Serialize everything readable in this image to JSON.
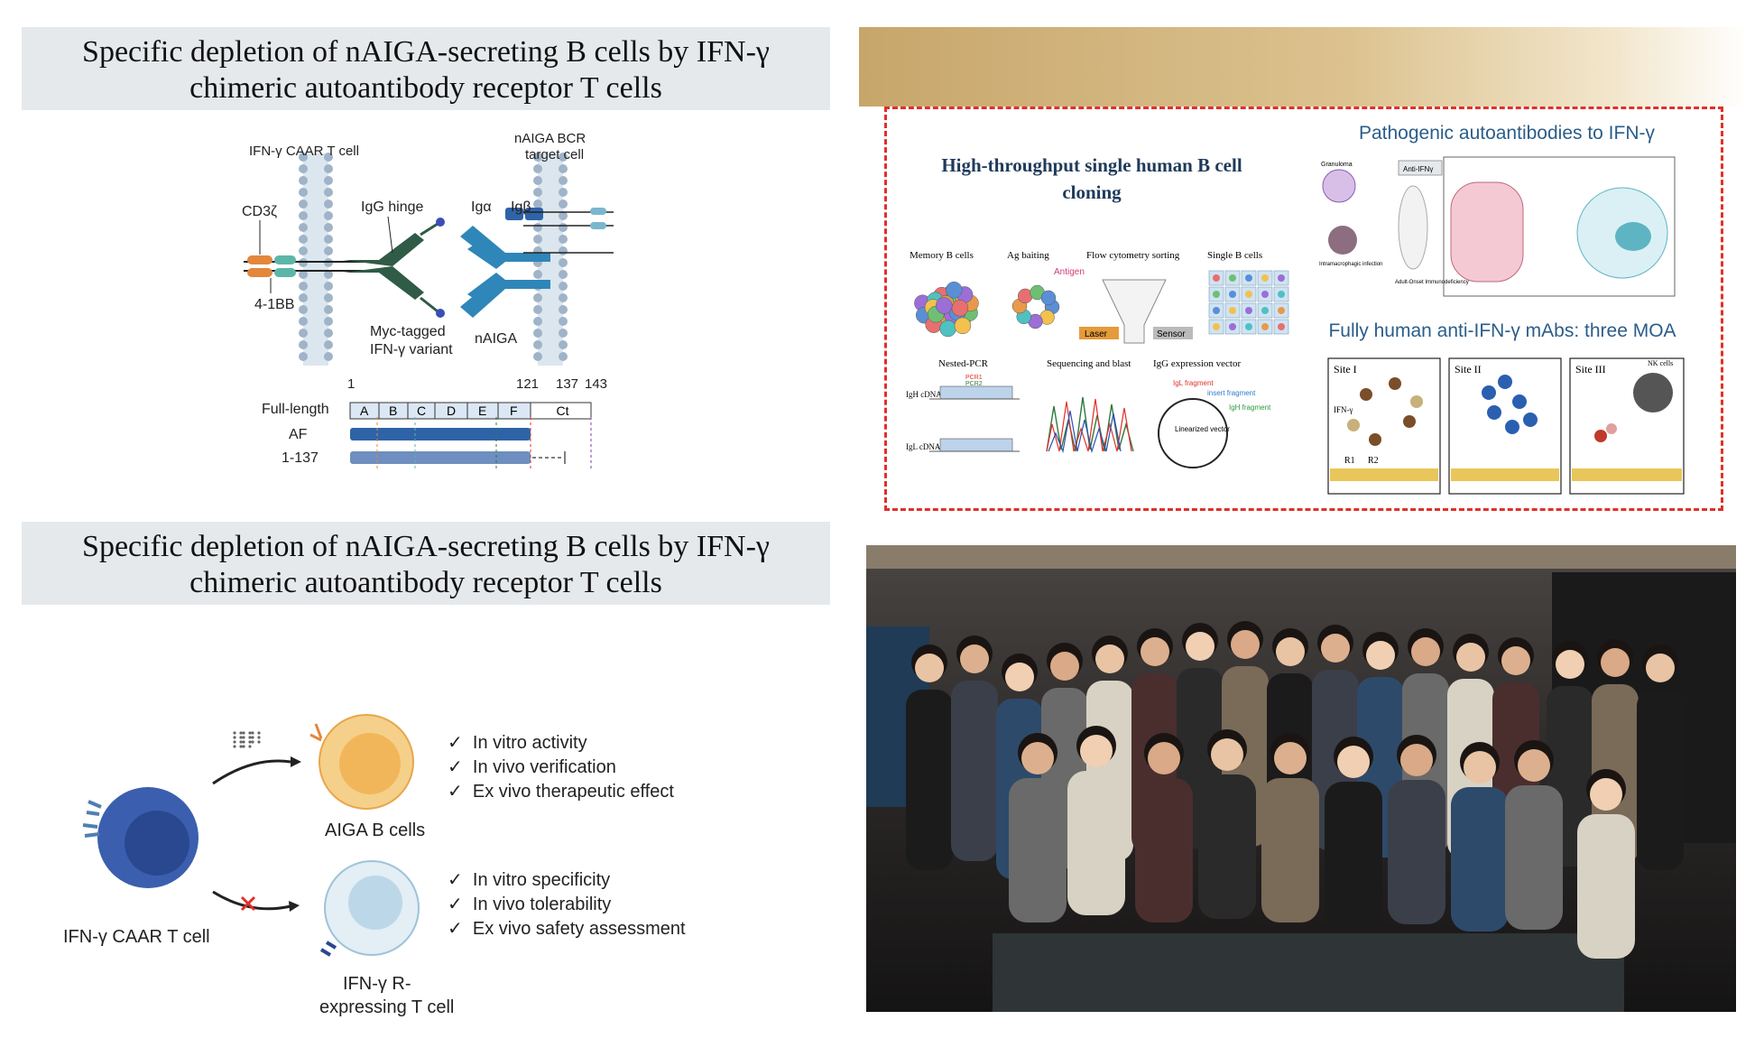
{
  "top_left": {
    "title_line1": "Specific depletion of nAIGA-secreting B cells by IFN-γ",
    "title_line2": "chimeric autoantibody receptor T cells",
    "diagram": {
      "caar_label": "IFN-γ CAAR T cell",
      "target_label_1": "nAIGA BCR",
      "target_label_2": "target cell",
      "cd3z": "CD3ζ",
      "bb": "4-1BB",
      "hinge": "IgG hinge",
      "iga": "Igα",
      "igb": "Igβ",
      "myc_1": "Myc-tagged",
      "myc_2": "IFN-γ variant",
      "naiga": "nAIGA",
      "full_length": "Full-length",
      "af": "AF",
      "trunc": "1-137",
      "pos_1": "1",
      "pos_121": "121",
      "pos_137": "137",
      "pos_143": "143",
      "segments": [
        "A",
        "B",
        "C",
        "D",
        "E",
        "F",
        "Ct"
      ]
    }
  },
  "top_right": {
    "left_title": "High-throughput single human B cell cloning",
    "left_panels": [
      "Memory B cells",
      "Ag baiting",
      "Flow cytometry sorting",
      "Single B cells",
      "Nested-PCR",
      "Sequencing and blast",
      "IgG expression vector"
    ],
    "antigen": "Antigen",
    "laser": "Laser",
    "sensor": "Sensor",
    "igl_fragment": "IgL fragment",
    "insert_fragment": "insert fragment",
    "igh_fragment": "IgH fragment",
    "linearized": "Linearized vector",
    "igh_cdna": "IgH cDNA",
    "igl_cdna": "IgL cDNA",
    "pcr1": "PCR1",
    "pcr2": "PCR2",
    "right_title1": "Pathogenic autoantibodies to IFN-γ",
    "anti_ifn": "Anti-IFNγ",
    "granuloma": "Granuloma",
    "adult_onset": "Adult-Onset Immunodeficiency",
    "infection": "Intramacrophagic infection",
    "right_title2": "Fully human anti-IFN-γ mAbs: three MOA",
    "sites": [
      "Site I",
      "Site II",
      "Site III"
    ],
    "nk_cells": "NK cells",
    "ifn_g": "IFN-γ",
    "r1": "R1",
    "r2": "R2"
  },
  "bottom_left": {
    "title_line1": "Specific depletion of nAIGA-secreting B cells by IFN-γ",
    "title_line2": "chimeric autoantibody receptor T cells",
    "caar_cell": "IFN-γ CAAR T cell",
    "aiga_b": "AIGA B cells",
    "ifn_r_1": "IFN-γ R-",
    "ifn_r_2": "expressing  T cell",
    "checks_top": [
      "In vitro activity",
      "In vivo verification",
      "Ex vivo therapeutic effect"
    ],
    "checks_bottom": [
      "In vitro specificity",
      "In vivo tolerability",
      "Ex vivo safety assessment"
    ],
    "check_mark": "✓"
  },
  "colors": {
    "title_bg": "#e6e9ec",
    "dash_red": "#e0302a",
    "gold": "#c7a66b",
    "navy_title": "#1f3a5a",
    "blue_title": "#2b5d8a"
  }
}
